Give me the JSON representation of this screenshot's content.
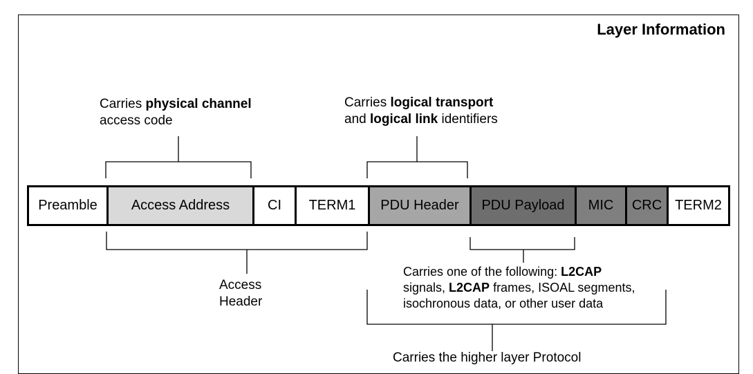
{
  "title": "Layer Information",
  "notes": {
    "physical_channel": {
      "pre": "Carries ",
      "bold": "physical channel",
      "post": "access code"
    },
    "logical_transport": {
      "pre": "Carries ",
      "bold1": "logical transport",
      "mid": "and ",
      "bold2": "logical link",
      "post": " identifiers"
    },
    "access_header": {
      "line1": "Access",
      "line2": "Header"
    },
    "payload": {
      "l1_pre": "Carries one of the following: ",
      "l1_bold": "L2CAP",
      "l2_pre": "signals, ",
      "l2_bold": "L2CAP",
      "l2_post": " frames, ISOAL segments,",
      "l3": "isochronous data, or other user data"
    },
    "bottom_cut": "Carries the higher layer Protocol"
  },
  "fields": [
    {
      "label": "Preamble",
      "color": "#ffffff"
    },
    {
      "label": "Access Address",
      "color": "#d9d9d9"
    },
    {
      "label": "CI",
      "color": "#ffffff"
    },
    {
      "label": "TERM1",
      "color": "#ffffff"
    },
    {
      "label": "PDU Header",
      "color": "#a6a6a6"
    },
    {
      "label": "PDU Payload",
      "color": "#6e6e6e"
    },
    {
      "label": "MIC",
      "color": "#7f7f7f"
    },
    {
      "label": "CRC",
      "color": "#7f7f7f"
    },
    {
      "label": "TERM2",
      "color": "#ffffff"
    }
  ]
}
